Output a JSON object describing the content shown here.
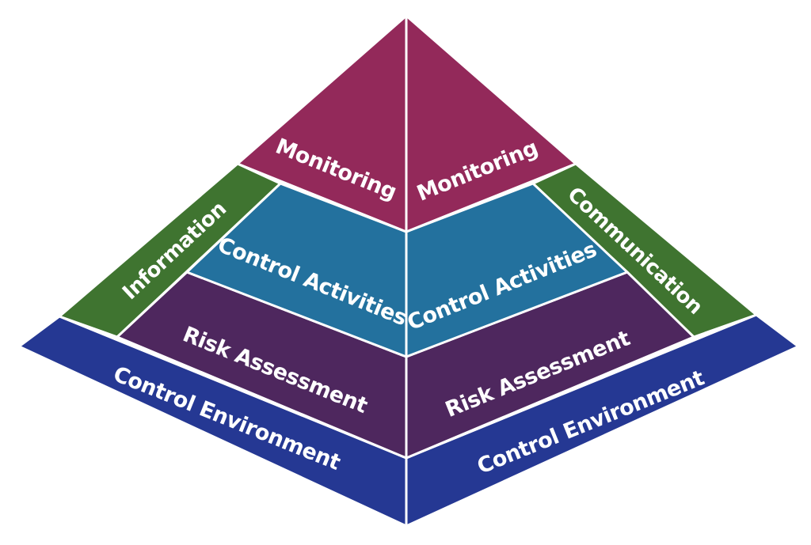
{
  "layers": {
    "monitoring": {
      "label": "Monitoring",
      "color": "#93295a"
    },
    "control_activities": {
      "label": "Control Activities",
      "color": "#23719e"
    },
    "risk_assessment": {
      "label": "Risk Assessment",
      "color": "#4e275e"
    },
    "control_environment": {
      "label": "Control Environment",
      "color": "#253893"
    }
  },
  "sides": {
    "information": {
      "label": "Information",
      "color": "#3f7430"
    },
    "communication": {
      "label": "Communication",
      "color": "#3f7430"
    }
  }
}
